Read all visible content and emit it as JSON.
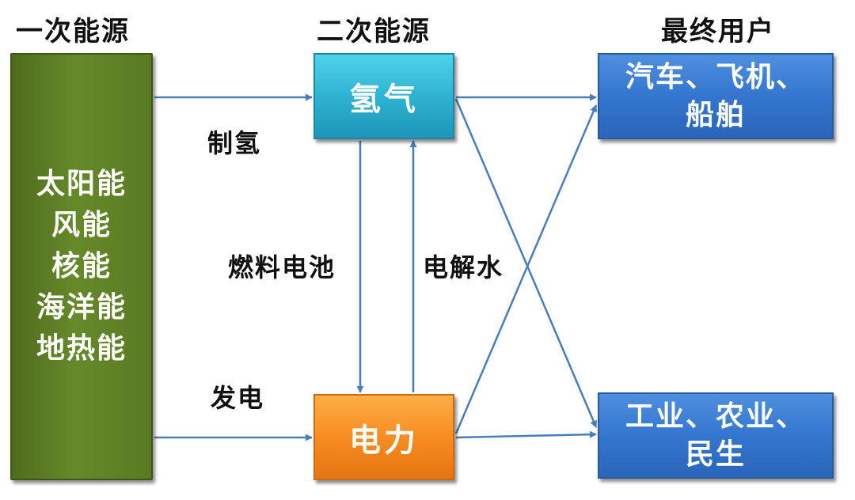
{
  "headers": {
    "primary": "一次能源",
    "secondary": "二次能源",
    "users": "最终用户"
  },
  "primary_sources": [
    "太阳能",
    "风能",
    "核能",
    "海洋能",
    "地热能"
  ],
  "secondary": {
    "hydrogen": "氢气",
    "electricity": "电力"
  },
  "end_users": {
    "transport": [
      "汽车、飞机、",
      "船舶"
    ],
    "sectors": [
      "工业、农业、",
      "民生"
    ]
  },
  "edge_labels": {
    "make_hydrogen": "制氢",
    "generate_power": "发电",
    "fuel_cell": "燃料电池",
    "electrolysis": "电解水"
  },
  "colors": {
    "primary_box": "#5a7a23",
    "hydrogen_box": "#2fb3d2",
    "electricity_box": "#f58a1f",
    "user_box": "#3476cf",
    "arrow": "#4a7ebb"
  }
}
